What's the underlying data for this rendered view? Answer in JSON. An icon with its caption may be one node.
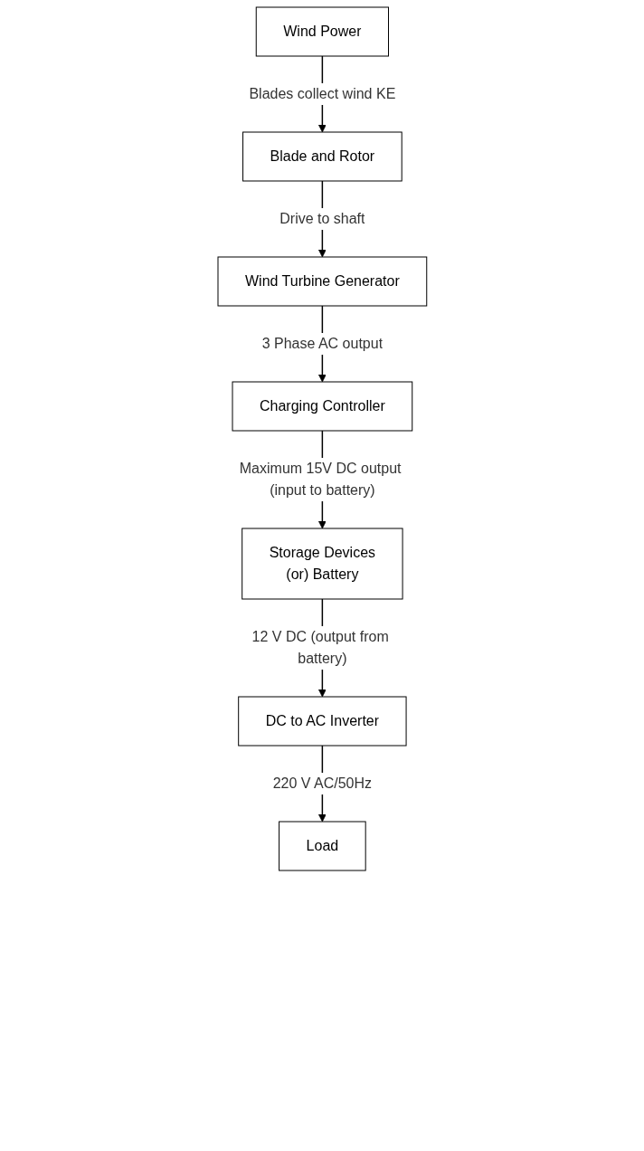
{
  "diagram": {
    "nodes": [
      {
        "text": [
          "Wind Power"
        ]
      },
      {
        "text": [
          "Blade and Rotor"
        ]
      },
      {
        "text": [
          "Wind Turbine Generator"
        ]
      },
      {
        "text": [
          "Charging Controller"
        ]
      },
      {
        "text": [
          "Storage Devices",
          "(or) Battery"
        ]
      },
      {
        "text": [
          "DC to AC Inverter"
        ]
      },
      {
        "text": [
          "Load"
        ]
      }
    ],
    "edges": [
      {
        "from": 0,
        "to": 1,
        "arrow": "to",
        "label": "Blades collect wind KE"
      },
      {
        "from": 1,
        "to": 2,
        "arrow": "to",
        "label": "Drive to shaft"
      },
      {
        "from": 2,
        "to": 3,
        "arrow": "to",
        "label": "3 Phase AC output"
      },
      {
        "from": 3,
        "to": 4,
        "arrow": "to",
        "label": "Maximum 15V DC output (input to battery)"
      },
      {
        "from": 4,
        "to": 5,
        "arrow": "to",
        "label": "12 V DC (output from battery)"
      },
      {
        "from": 5,
        "to": 6,
        "arrow": "to",
        "label": "220 V AC/50Hz"
      }
    ]
  }
}
